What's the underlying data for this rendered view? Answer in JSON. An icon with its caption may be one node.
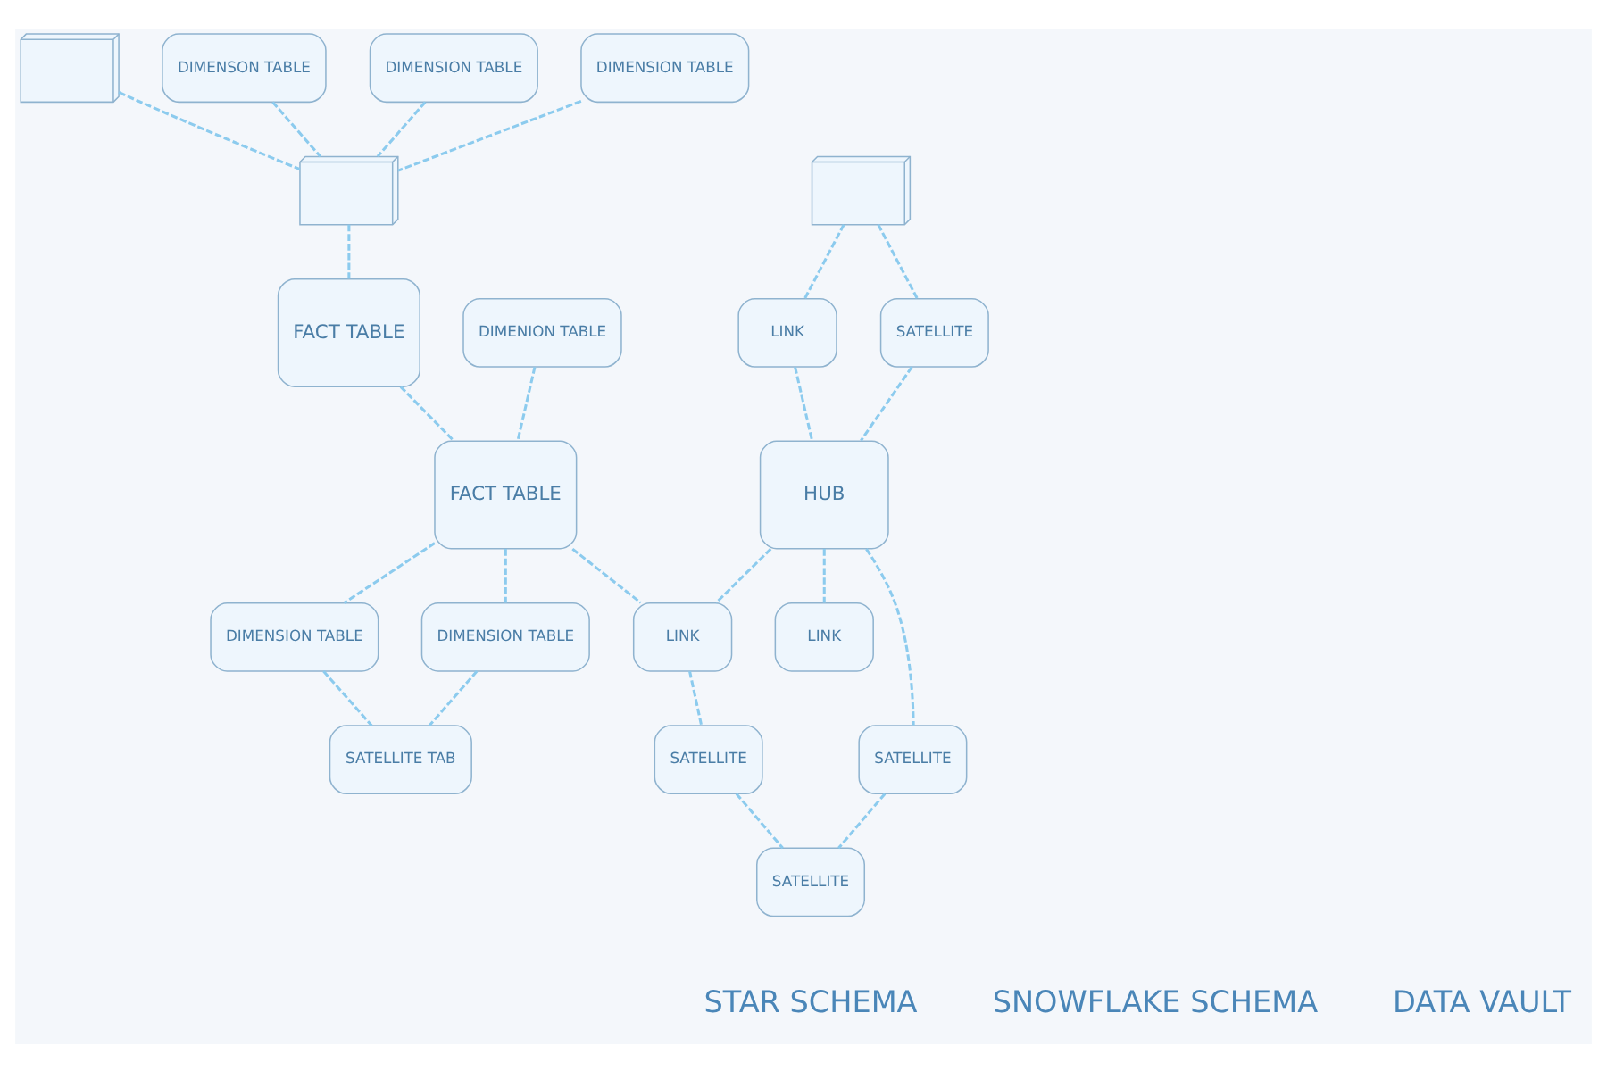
{
  "diagram": {
    "nodes": [
      {
        "text": [],
        "shape": "box"
      },
      {
        "text": [
          "DIMENSON TABLE"
        ]
      },
      {
        "text": [
          "DIMENSION TABLE"
        ]
      },
      {
        "text": [],
        "shape": "box"
      },
      {
        "text": [
          "DIMENSION TABLE"
        ]
      },
      {
        "text": [
          "FACT TABLE"
        ]
      },
      {
        "text": [
          "DIMENION TABLE"
        ]
      },
      {
        "text": [
          "FACT TABLE"
        ]
      },
      {
        "text": [
          "DIMENSION TABLE"
        ]
      },
      {
        "text": [
          "DIMENSION TABLE"
        ]
      },
      {
        "text": [
          "SATELLITE TAB"
        ]
      },
      {
        "text": [],
        "shape": "box"
      },
      {
        "text": [
          "LINK"
        ]
      },
      {
        "text": [
          "SATELLITE"
        ]
      },
      {
        "text": [
          "HUB"
        ]
      },
      {
        "text": [
          "LINK"
        ]
      },
      {
        "text": [
          "SATELLITE"
        ]
      },
      {
        "text": [
          "LINK"
        ]
      },
      {
        "text": [
          "SATELLITE"
        ]
      },
      {
        "text": [
          "SATELLITE"
        ]
      }
    ],
    "edges": [
      {
        "from": 0,
        "to": 3,
        "arrow": "none"
      },
      {
        "from": 1,
        "to": 3,
        "arrow": "none"
      },
      {
        "from": 2,
        "to": 3,
        "arrow": "none"
      },
      {
        "from": 4,
        "to": 3,
        "arrow": "none"
      },
      {
        "from": 3,
        "to": 5,
        "arrow": "none"
      },
      {
        "from": 5,
        "to": 7,
        "arrow": "none"
      },
      {
        "from": 6,
        "to": 7,
        "arrow": "none"
      },
      {
        "from": 7,
        "to": 8,
        "arrow": "none"
      },
      {
        "from": 7,
        "to": 9,
        "arrow": "none"
      },
      {
        "from": 8,
        "to": 10,
        "arrow": "none"
      },
      {
        "from": 9,
        "to": 10,
        "arrow": "none"
      },
      {
        "from": 7,
        "to": 17,
        "arrow": "none"
      },
      {
        "from": 11,
        "to": 12,
        "arrow": "none"
      },
      {
        "from": 11,
        "to": 13,
        "arrow": "none"
      },
      {
        "from": 12,
        "to": 14,
        "arrow": "none"
      },
      {
        "from": 13,
        "to": 14,
        "arrow": "none"
      },
      {
        "from": 14,
        "to": 15,
        "arrow": "none"
      },
      {
        "from": 14,
        "to": 16,
        "arrow": "none"
      },
      {
        "from": 14,
        "to": 17,
        "arrow": "none"
      },
      {
        "from": 16,
        "to": 18,
        "arrow": "none"
      },
      {
        "from": 17,
        "to": 19,
        "arrow": "none"
      },
      {
        "from": 19,
        "to": 18,
        "arrow": "none"
      }
    ],
    "labels": [
      "STAR SCHEMA",
      "SNOWFLAKE SCHEMA",
      "DATA VAULT"
    ]
  }
}
